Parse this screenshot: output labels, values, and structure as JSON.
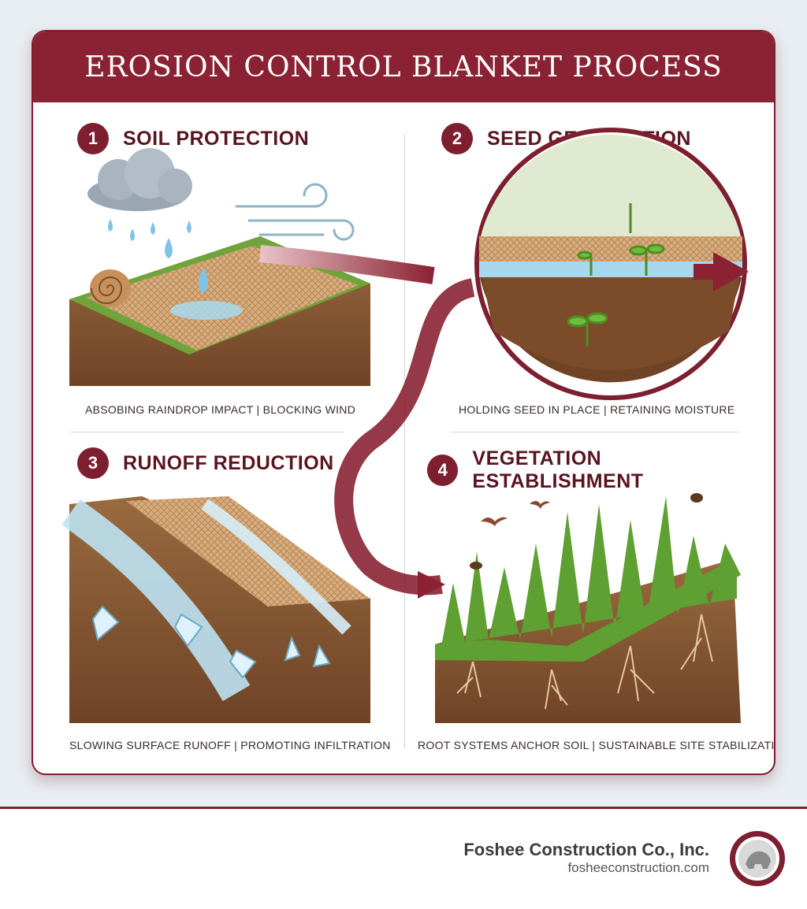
{
  "title": "EROSION CONTROL BLANKET PROCESS",
  "steps": [
    {
      "number": "1",
      "title": "SOIL PROTECTION",
      "caption": "ABSOBING RAINDROP IMPACT |  BLOCKING WIND"
    },
    {
      "number": "2",
      "title": "SEED GERMINATION",
      "caption": "HOLDING SEED IN PLACE | RETAINING MOISTURE"
    },
    {
      "number": "3",
      "title": "RUNOFF REDUCTION",
      "caption": "SLOWING SURFACE RUNOFF | PROMOTING INFILTRATION"
    },
    {
      "number": "4",
      "title": "VEGETATION ESTABLISHMENT",
      "caption": "ROOT SYSTEMS ANCHOR SOIL | SUSTAINABLE SITE STABILIZATION"
    }
  ],
  "footer": {
    "company": "Foshee Construction Co., Inc.",
    "website": "fosheeconstruction.com"
  },
  "colors": {
    "accent": "#7d1f2e",
    "soil": "#8a5a35",
    "grass": "#5fa032",
    "water": "#9fd3ec",
    "blanket": "#d8a878"
  },
  "icons": [
    "cloud-icon",
    "wind-icon",
    "seedling-icon",
    "bird-icon",
    "insect-icon",
    "flow-arrow-icon"
  ]
}
